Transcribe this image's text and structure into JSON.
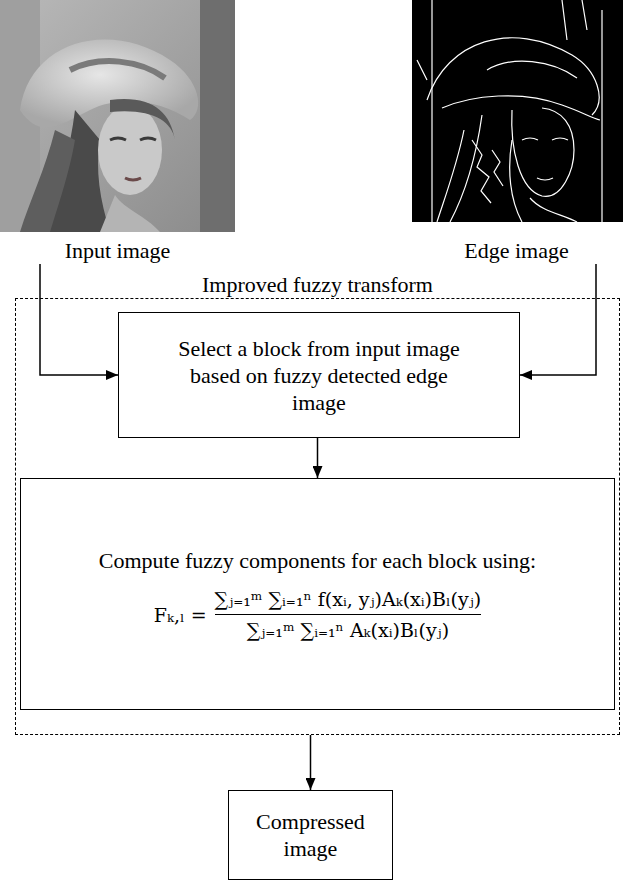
{
  "diagram": {
    "nodes": [
      {
        "text": [
          "Input image"
        ]
      },
      {
        "text": [
          "Edge image"
        ]
      },
      {
        "text": [
          "Improved fuzzy transform"
        ]
      },
      {
        "text": [
          "Select a block from input image based on fuzzy detected edge image"
        ],
        "in": 2
      },
      {
        "text": [
          "Compute fuzzy components for each block using:",
          "Fₖ,ₗ =",
          "∑ⱼ₌₁ᵐ ∑ᵢ₌₁ⁿ f(xᵢ, yⱼ)Aₖ(xᵢ)Bₗ(yⱼ)",
          "∑ⱼ₌₁ᵐ ∑ᵢ₌₁ⁿ Aₖ(xᵢ)Bₗ(yⱼ)"
        ],
        "in": 2
      },
      {
        "text": [
          "Compressed image"
        ]
      }
    ],
    "edges": [
      {
        "from": 0,
        "to": 3,
        "arrow": "to"
      },
      {
        "from": 1,
        "to": 3,
        "arrow": "to"
      },
      {
        "from": 3,
        "to": 4,
        "arrow": "to"
      },
      {
        "from": 2,
        "to": 5,
        "arrow": "to"
      }
    ]
  }
}
